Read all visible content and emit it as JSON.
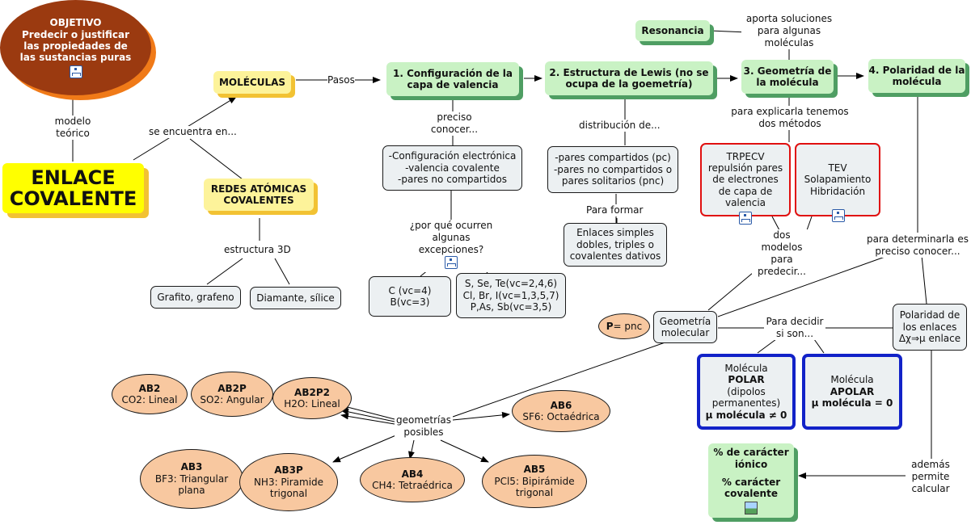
{
  "objetivo": {
    "title": "OBJETIVO",
    "text": "Predecir o justificar las propiedades de las sustancias puras",
    "icon": "concept-map-icon"
  },
  "enlace": "ENLACE COVALENTE",
  "links": {
    "modelo": "modelo teórico",
    "seencuentra": "se encuentra en...",
    "pasos": "Pasos",
    "preciso": "preciso conocer...",
    "distribucion": "distribución de...",
    "paraexplicar": "para explicarla tenemos dos métodos",
    "aporta": "aporta soluciones para algunas moléculas",
    "estructura3d": "estructura 3D",
    "porque": "¿por qué ocurren algunas excepciones?",
    "paraformar": "Para formar",
    "dosmodelos": "dos modelos para predecir...",
    "paradeterminar": "para determinarla es preciso conocer...",
    "paradecidir": "Para decidir si son...",
    "ademas": "además permite calcular",
    "geometrias": "geometrías posibles"
  },
  "moleculas": "MOLÉCULAS",
  "redes": "REDES ATÓMICAS COVALENTES",
  "steps": [
    "1. Configuración de la capa de valencia",
    "2. Estructura de Lewis (no se ocupa de la goemetría)",
    "3. Geometría de la molécula",
    "4. Polaridad de la molécula"
  ],
  "resonancia": "Resonancia",
  "config": [
    "-Configuración electrónica",
    "-valencia covalente",
    "-pares no compartidos"
  ],
  "pares": [
    "-pares compartidos (pc)",
    "-pares no compartidos o pares solitarios (pnc)"
  ],
  "enlaces": "Enlaces simples dobles, triples o covalentes dativos",
  "trpecv": "TRPECV repulsión pares de electrones de capa de valencia",
  "tev": [
    "TEV",
    "Solapamiento",
    "Hibridación"
  ],
  "grafito": "Grafito, grafeno",
  "diamante": "Diamante, sílice",
  "excC": [
    "C (vc=4)",
    "B(vc=3)"
  ],
  "excS": [
    "S, Se, Te(vc=2,4,6)",
    "Cl, Br, I(vc=1,3,5,7)",
    "P,As, Sb(vc=3,5)"
  ],
  "p_pnc": {
    "bold": "P",
    "rest": "= pnc"
  },
  "geomol": "Geometría molecular",
  "polenlaces": [
    "Polaridad de los enlaces",
    "Δχ⇒μ enlace"
  ],
  "polar": {
    "l1": "Molécula",
    "l2": "POLAR",
    "l3": "(dipolos permanentes)",
    "l4": "μ molécula ≠ 0"
  },
  "apolar": {
    "l1": "Molécula",
    "l2": "APOLAR",
    "l3": "μ molécula = 0"
  },
  "caracter": {
    "l1": "% de carácter iónico",
    "l2": "% carácter covalente",
    "icon": "image-icon"
  },
  "geometries": [
    {
      "key": "ab2",
      "name": "AB2",
      "desc": "CO2: Lineal"
    },
    {
      "key": "ab2p",
      "name": "AB2P",
      "desc": "SO2: Angular"
    },
    {
      "key": "ab2p2",
      "name": "AB2P2",
      "desc": "H2O: Lineal"
    },
    {
      "key": "ab6",
      "name": "AB6",
      "desc": "SF6: Octaédrica"
    },
    {
      "key": "ab3",
      "name": "AB3",
      "desc": "BF3: Triangular plana"
    },
    {
      "key": "ab3p",
      "name": "AB3P",
      "desc": "NH3: Piramide trigonal"
    },
    {
      "key": "ab4",
      "name": "AB4",
      "desc": "CH4: Tetraédrica"
    },
    {
      "key": "ab5",
      "name": "AB5",
      "desc": "PCl5: Bipirámide trigonal"
    }
  ],
  "colors": {
    "green": "#c9f2c4",
    "greenShadow": "#4f9e63",
    "yellow": "#fdf39a",
    "yellowShadow": "#f2c233",
    "red": "#e01010",
    "blue": "#1222c8",
    "peach": "#f8c8a0",
    "objetivo": "#9b3a10",
    "objetivoShadow": "#f07a18"
  }
}
